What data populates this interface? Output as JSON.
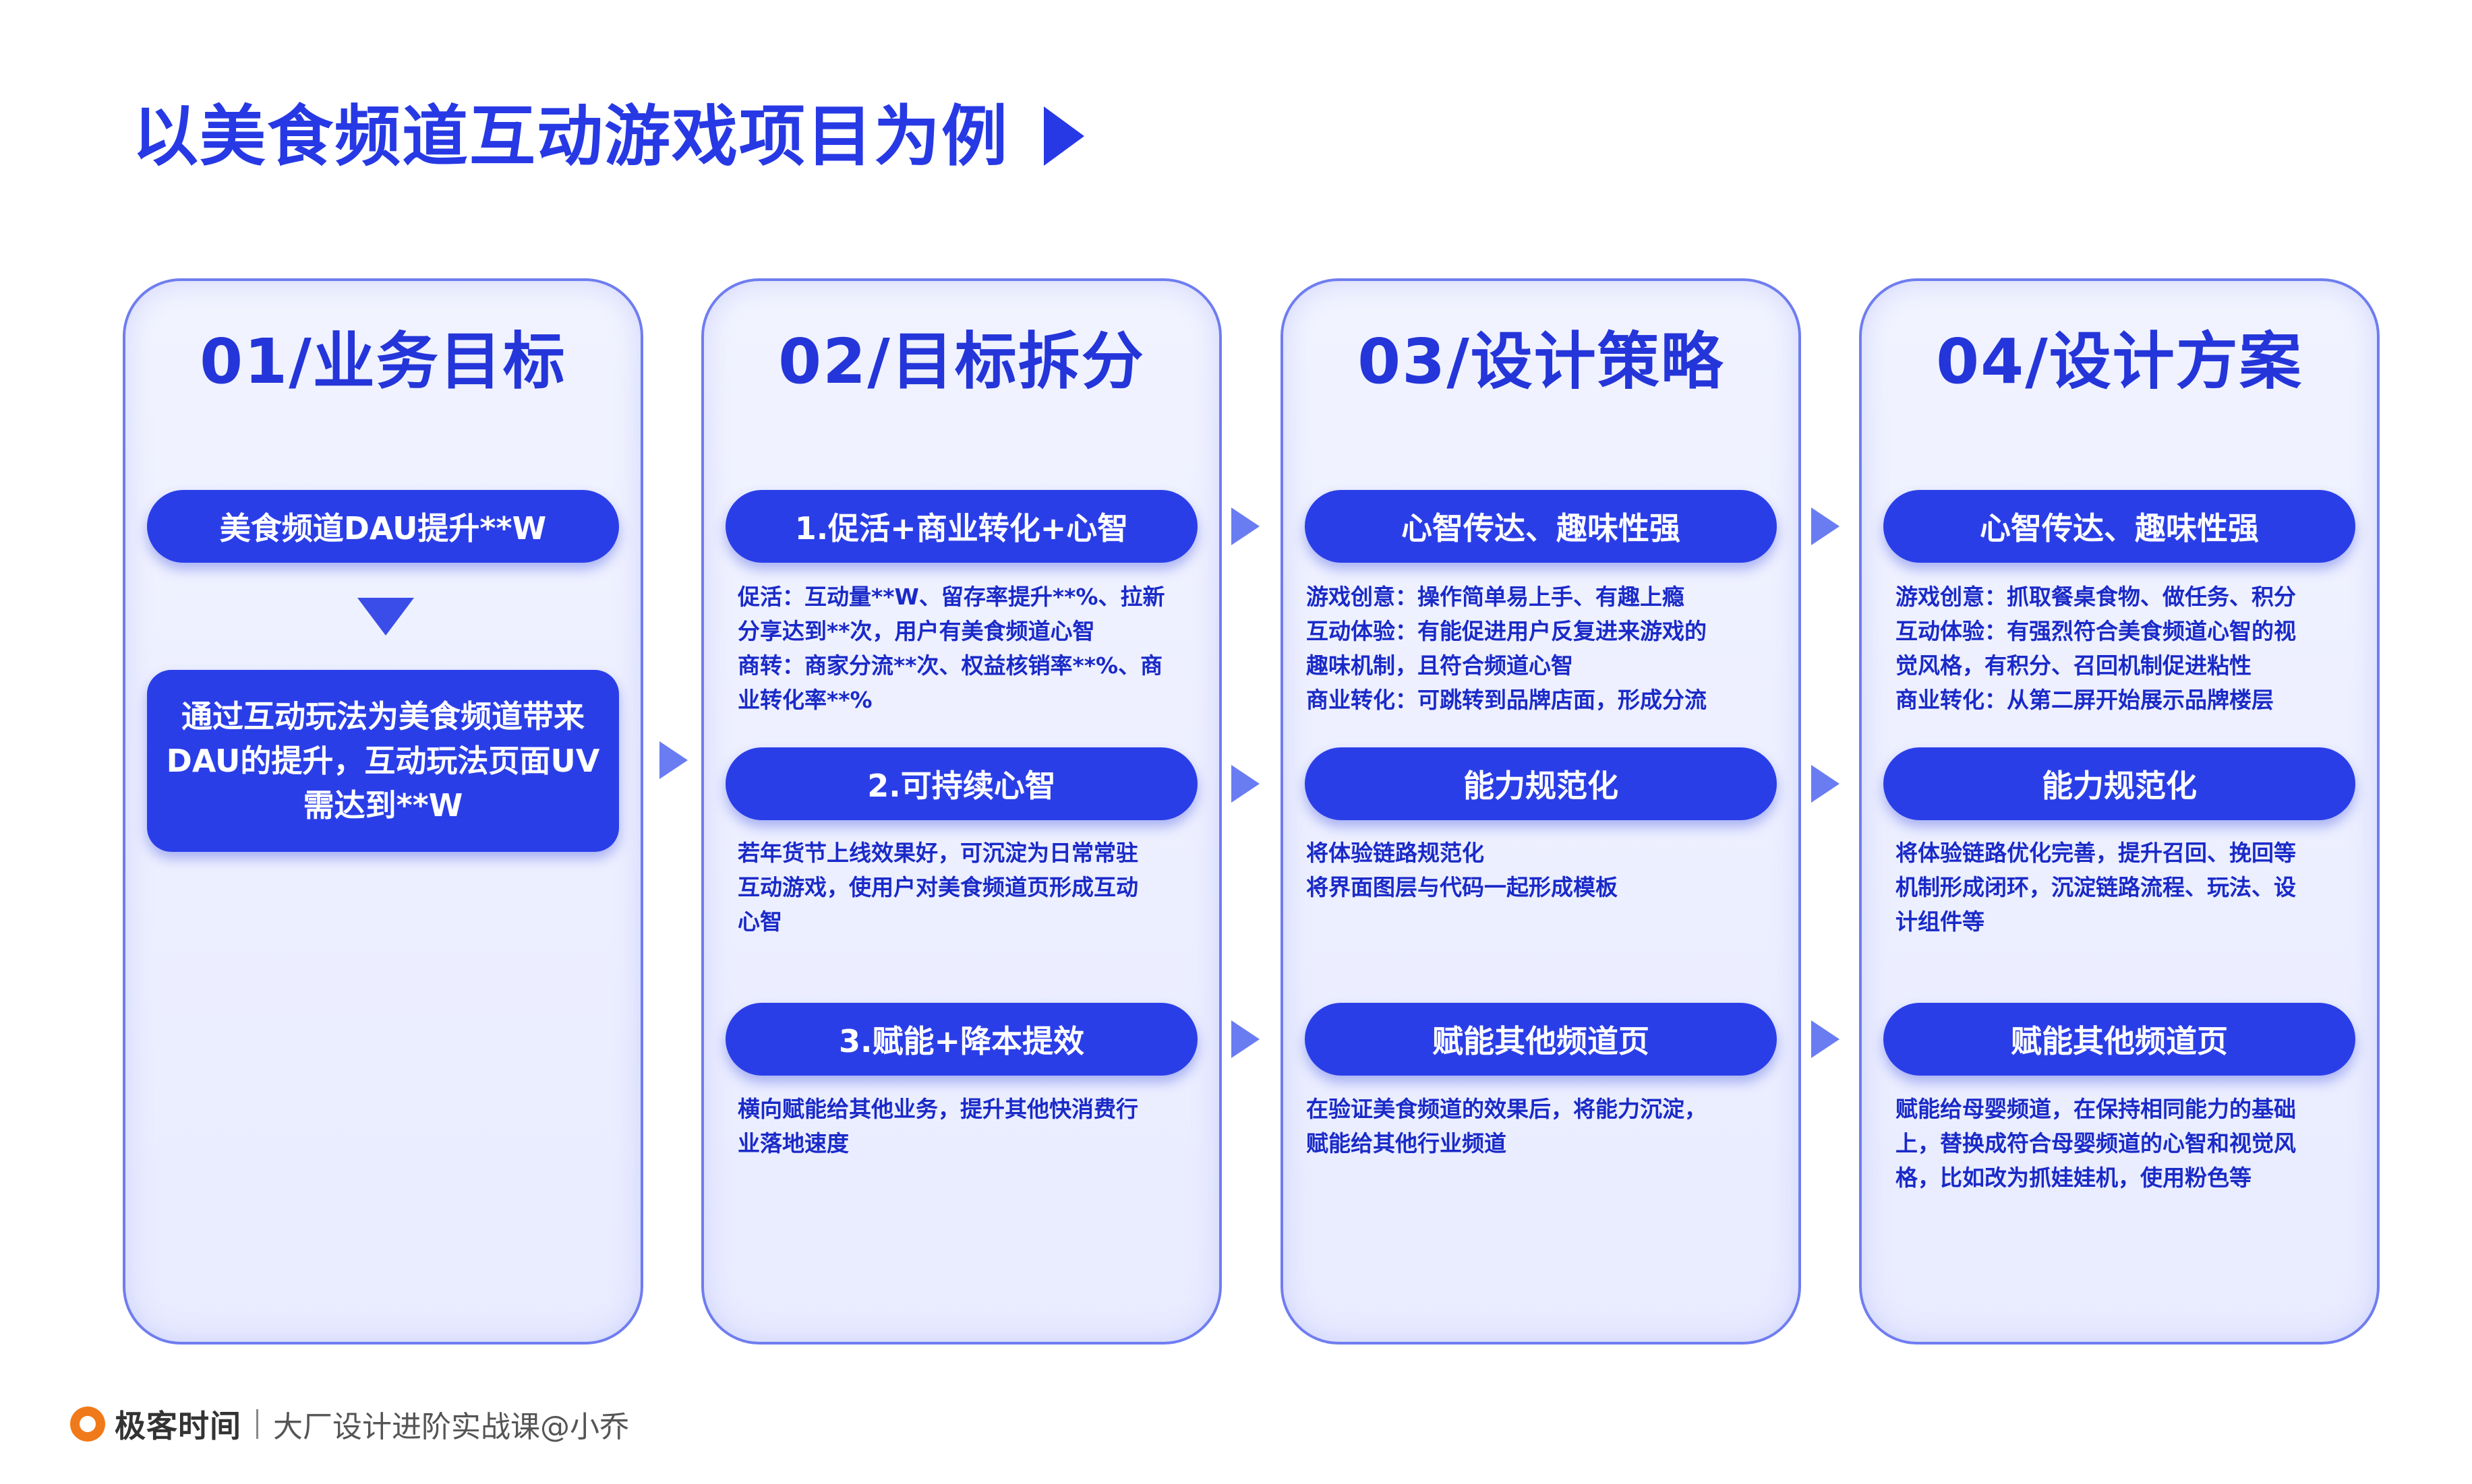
{
  "page": {
    "title": "以美食频道互动游戏项目为例"
  },
  "columns": [
    {
      "title": "01/业务目标",
      "pill": "美食频道DAU提升**W",
      "box_lines": [
        "通过互动玩法为美食频道带来",
        "DAU的提升，互动玩法页面UV",
        "需达到**W"
      ]
    },
    {
      "title": "02/目标拆分",
      "rows": [
        {
          "pill": "1.促活+商业转化+心智",
          "lines": [
            "促活：互动量**W、留存率提升**%、拉新",
            "分享达到**次，用户有美食频道心智",
            "商转：商家分流**次、权益核销率**%、商",
            "业转化率**%"
          ]
        },
        {
          "pill": "2.可持续心智",
          "lines": [
            "若年货节上线效果好，可沉淀为日常常驻",
            "互动游戏，使用户对美食频道页形成互动",
            "心智"
          ]
        },
        {
          "pill": "3.赋能+降本提效",
          "lines": [
            "横向赋能给其他业务，提升其他快消费行",
            "业落地速度"
          ]
        }
      ]
    },
    {
      "title": "03/设计策略",
      "rows": [
        {
          "pill": "心智传达、趣味性强",
          "lines": [
            "游戏创意：操作简单易上手、有趣上瘾",
            "互动体验：有能促进用户反复进来游戏的",
            "趣味机制，且符合频道心智",
            "商业转化：可跳转到品牌店面，形成分流"
          ]
        },
        {
          "pill": "能力规范化",
          "lines": [
            "将体验链路规范化",
            "将界面图层与代码一起形成模板"
          ]
        },
        {
          "pill": "赋能其他频道页",
          "lines": [
            "在验证美食频道的效果后，将能力沉淀，",
            "赋能给其他行业频道"
          ]
        }
      ]
    },
    {
      "title": "04/设计方案",
      "rows": [
        {
          "pill": "心智传达、趣味性强",
          "lines": [
            "游戏创意：抓取餐桌食物、做任务、积分",
            "互动体验：有强烈符合美食频道心智的视",
            "觉风格，有积分、召回机制促进粘性",
            "商业转化：从第二屏开始展示品牌楼层"
          ]
        },
        {
          "pill": "能力规范化",
          "lines": [
            "将体验链路优化完善，提升召回、挽回等",
            "机制形成闭环，沉淀链路流程、玩法、设",
            "计组件等"
          ]
        },
        {
          "pill": "赋能其他频道页",
          "lines": [
            "赋能给母婴频道，在保持相同能力的基础",
            "上，替换成符合母婴频道的心智和视觉风",
            "格，比如改为抓娃娃机，使用粉色等"
          ]
        }
      ]
    }
  ],
  "footer": {
    "logo": "极客时间",
    "course": "大厂设计进阶实战课@小乔"
  },
  "colors": {
    "primary": "#2a3ee8",
    "card_border": "#6f7df0",
    "card_bg": "#eef0ff",
    "text_blue": "#1a2ac8",
    "logo_orange": "#f07a1a"
  }
}
